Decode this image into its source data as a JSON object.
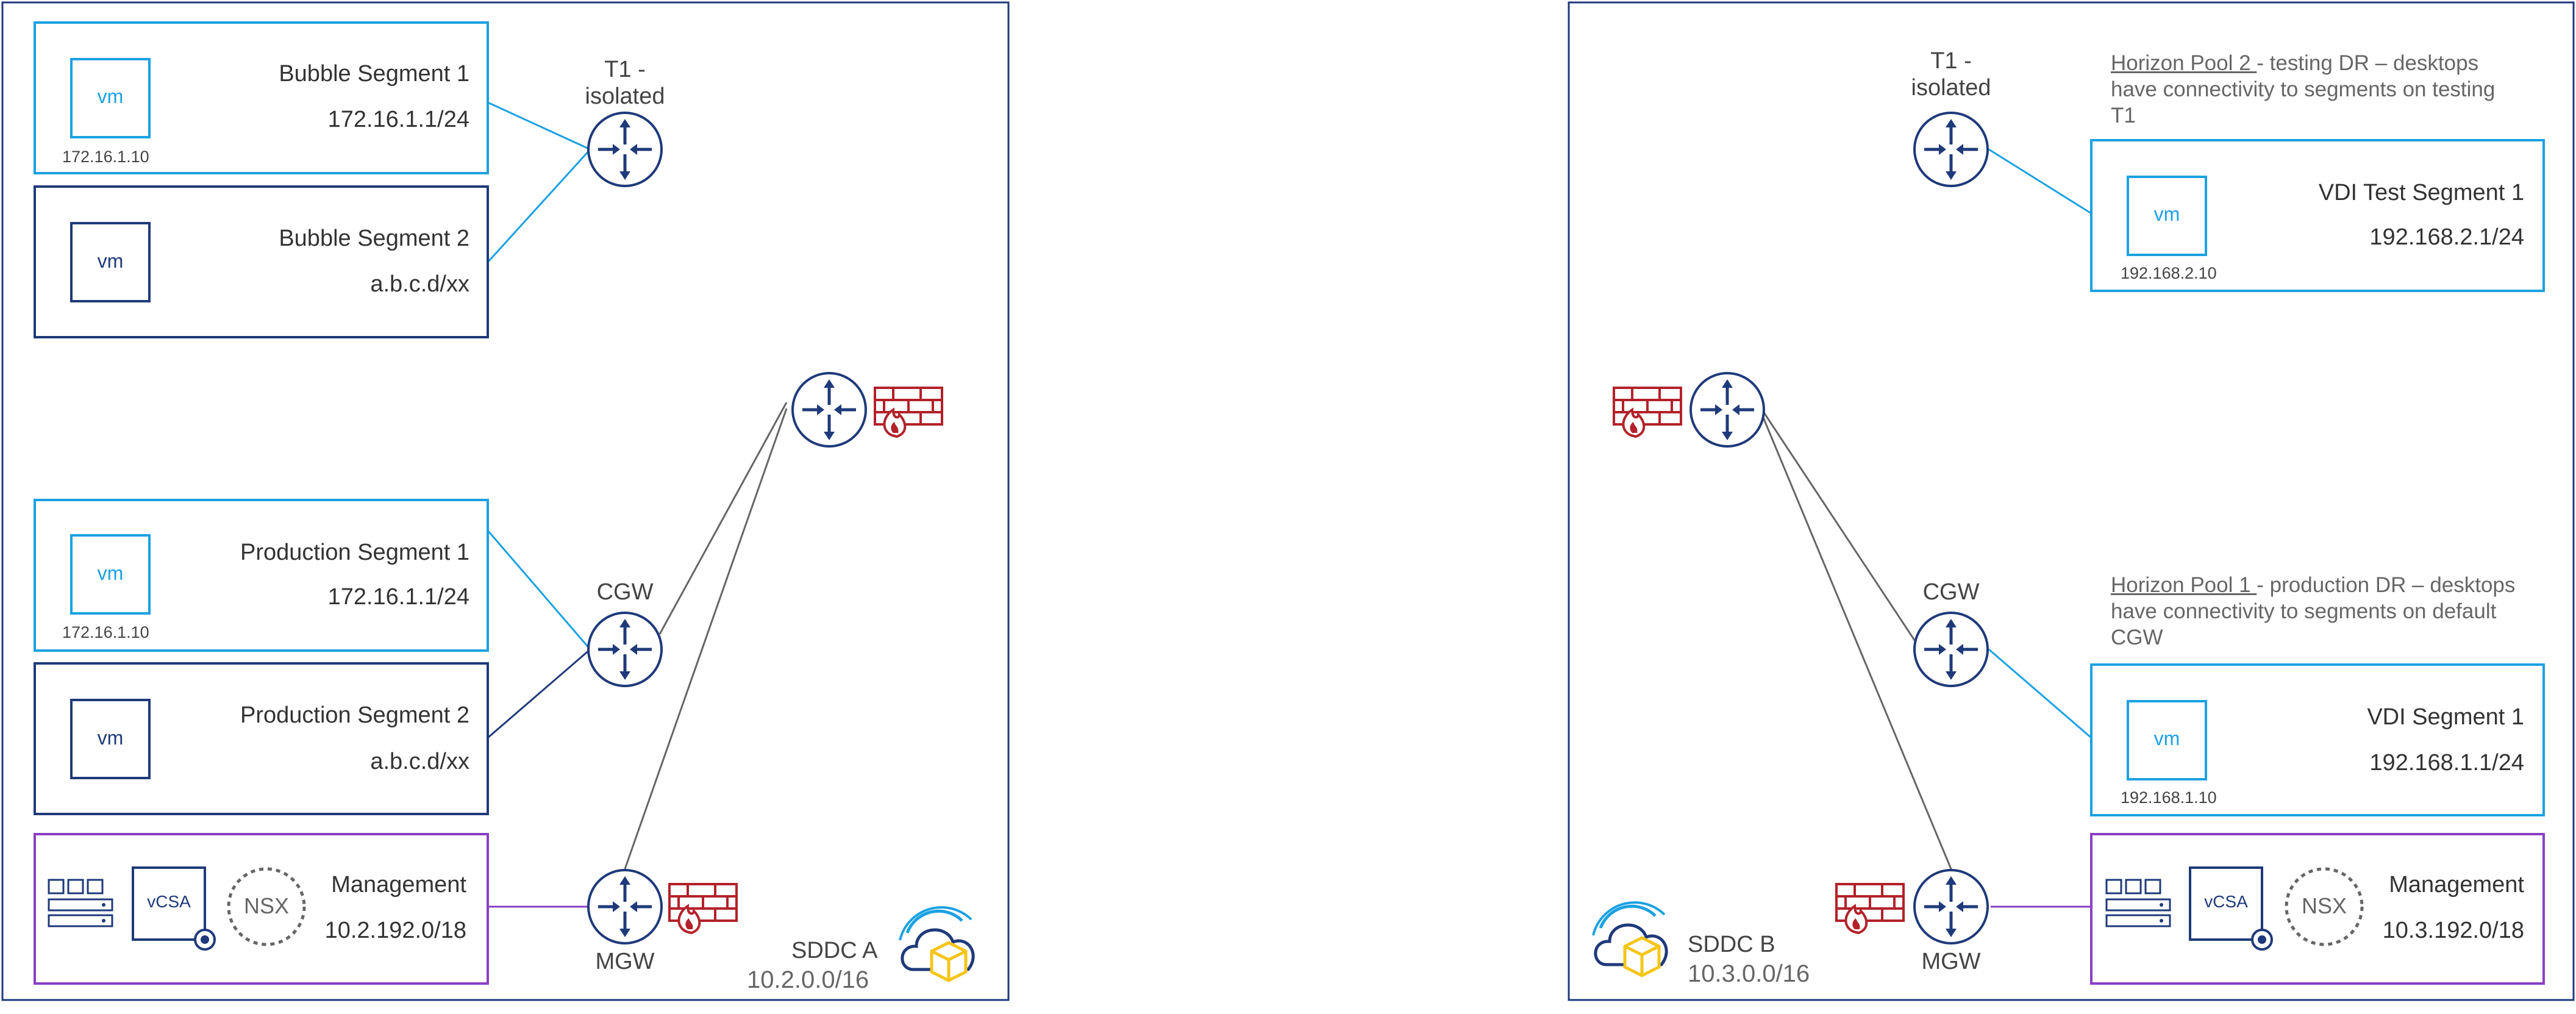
{
  "sddc_a": {
    "name": "SDDC A",
    "cidr": "10.2.0.0/16",
    "t1_label": "T1 -\nisolated",
    "cgw_label": "CGW",
    "mgw_label": "MGW",
    "segments": [
      {
        "name": "Bubble Segment 1",
        "subnet": "172.16.1.1/24",
        "vm_ip": "172.16.1.10"
      },
      {
        "name": "Bubble Segment 2",
        "subnet": "a.b.c.d/xx",
        "vm_ip": ""
      },
      {
        "name": "Production Segment 1",
        "subnet": "172.16.1.1/24",
        "vm_ip": "172.16.1.10"
      },
      {
        "name": "Production Segment 2",
        "subnet": "a.b.c.d/xx",
        "vm_ip": ""
      }
    ],
    "management": {
      "name": "Management",
      "subnet": "10.2.192.0/18",
      "vcsa": "vCSA",
      "nsx": "NSX"
    }
  },
  "sddc_b": {
    "name": "SDDC B",
    "cidr": "10.3.0.0/16",
    "t1_label": "T1 -\nisolated",
    "cgw_label": "CGW",
    "mgw_label": "MGW",
    "segments": [
      {
        "name": "VDI Test Segment 1",
        "subnet": "192.168.2.1/24",
        "vm_ip": "192.168.2.10"
      },
      {
        "name": "VDI Segment 1",
        "subnet": "192.168.1.1/24",
        "vm_ip": "192.168.1.10"
      }
    ],
    "management": {
      "name": "Management",
      "subnet": "10.3.192.0/18",
      "vcsa": "vCSA",
      "nsx": "NSX"
    },
    "notes": {
      "pool2_title": "Horizon Pool 2 ",
      "pool2_text": "- testing DR – desktops have connectivity to segments on testing T1",
      "pool1_title": "Horizon Pool 1 ",
      "pool1_text": "- production DR – desktops have connectivity to segments on default CGW"
    }
  },
  "vm_label": "vm",
  "colors": {
    "segment_blue": "#1ba1e2",
    "segment_dark": "#1f3a7a",
    "router": "#1f3a7a",
    "management": "#8b3fc4",
    "firewall": "#b3212a",
    "cloud": "#1ba1e2",
    "cube": "#f5c518"
  }
}
